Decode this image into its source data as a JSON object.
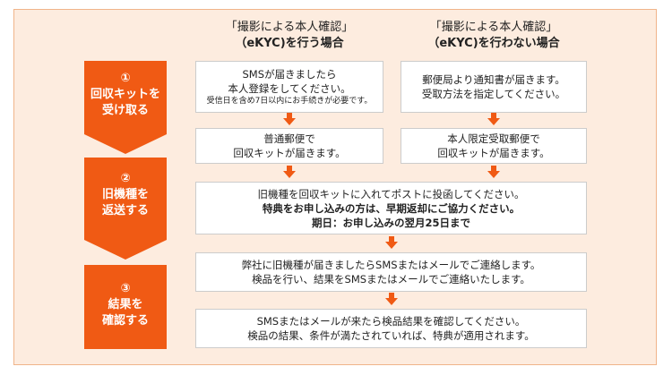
{
  "headers": {
    "left": {
      "line1": "「撮影による本人確認」",
      "line2": "（eKYC)を行う場合"
    },
    "right": {
      "line1": "「撮影による本人確認」",
      "line2": "（eKYC)を行わない場合"
    }
  },
  "steps": [
    {
      "num": "①",
      "line1": "回収キットを",
      "line2": "受け取る"
    },
    {
      "num": "②",
      "line1": "旧機種を",
      "line2": "返送する"
    },
    {
      "num": "③",
      "line1": "結果を",
      "line2": "確認する"
    }
  ],
  "boxes": {
    "left_sms": {
      "line1": "SMSが届きましたら",
      "line2": "本人登録をしてください。",
      "note": "受信日を含め7日以内にお手続きが必要です。"
    },
    "right_post": {
      "line1": "郵便局より通知書が届きます。",
      "line2": "受取方法を指定してください。"
    },
    "left_mail": {
      "line1": "普通郵便で",
      "line2": "回収キットが届きます。"
    },
    "right_mail": {
      "line1": "本人限定受取郵便で",
      "line2": "回収キットが届きます。"
    },
    "return": {
      "line1": "旧機種を回収キットに入れてポストに投函してください。",
      "line2": "特典をお申し込みの方は、早期返却にご協力ください。",
      "line3": "期日：お申し込みの翌月25日まで"
    },
    "arrival": {
      "line1": "弊社に旧機種が届きましたらSMSまたはメールでご連絡します。",
      "line2": "検品を行い、結果をSMSまたはメールでご連絡いたします。"
    },
    "result": {
      "line1": "SMSまたはメールが来たら検品結果を確認してください。",
      "line2": "検品の結果、条件が満たされていれば、特典が適用されます。"
    }
  },
  "colors": {
    "accent": "#f05a14",
    "background": "#fdecdf",
    "border": "#f0b48a"
  }
}
